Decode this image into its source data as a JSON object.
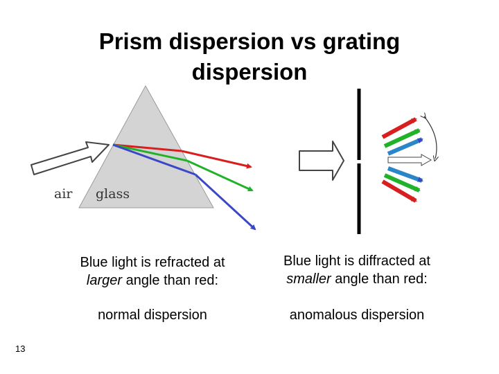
{
  "title": {
    "line1": "Prism dispersion vs grating",
    "line2": "dispersion"
  },
  "figure": {
    "medium_outside_label": "air",
    "medium_inside_label": "glass",
    "colors": {
      "red": "#d81e1e",
      "green": "#22b22a",
      "blue": "#3a48c8",
      "prism_fill": "#d4d4d4",
      "grating": "#000000"
    }
  },
  "captions": {
    "left": {
      "line1": "Blue light is refracted at",
      "emph": "larger",
      "line2_rest": " angle than red:",
      "type": "normal dispersion"
    },
    "right": {
      "line1": "Blue light is diffracted at",
      "emph": "smaller",
      "line2_rest": " angle than red:",
      "type": "anomalous dispersion"
    }
  },
  "slide_number": "13"
}
